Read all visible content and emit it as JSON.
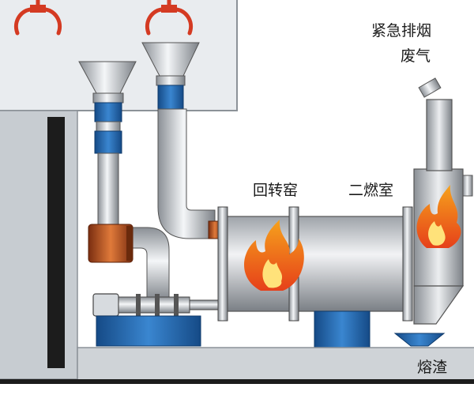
{
  "labels": {
    "emergency_exhaust": "紧急排烟",
    "waste_gas": "废气",
    "rotary_kiln": "回转窑",
    "secondary_chamber": "二燃室",
    "molten_slag": "熔渣"
  },
  "colors": {
    "steel": "#b7bcc2",
    "blue_band": "#1f5fa8",
    "copper": "#b04a1e",
    "flame_outer": "#f05a22",
    "flame_inner": "#ffd54a",
    "building": "#c7ccd1"
  }
}
